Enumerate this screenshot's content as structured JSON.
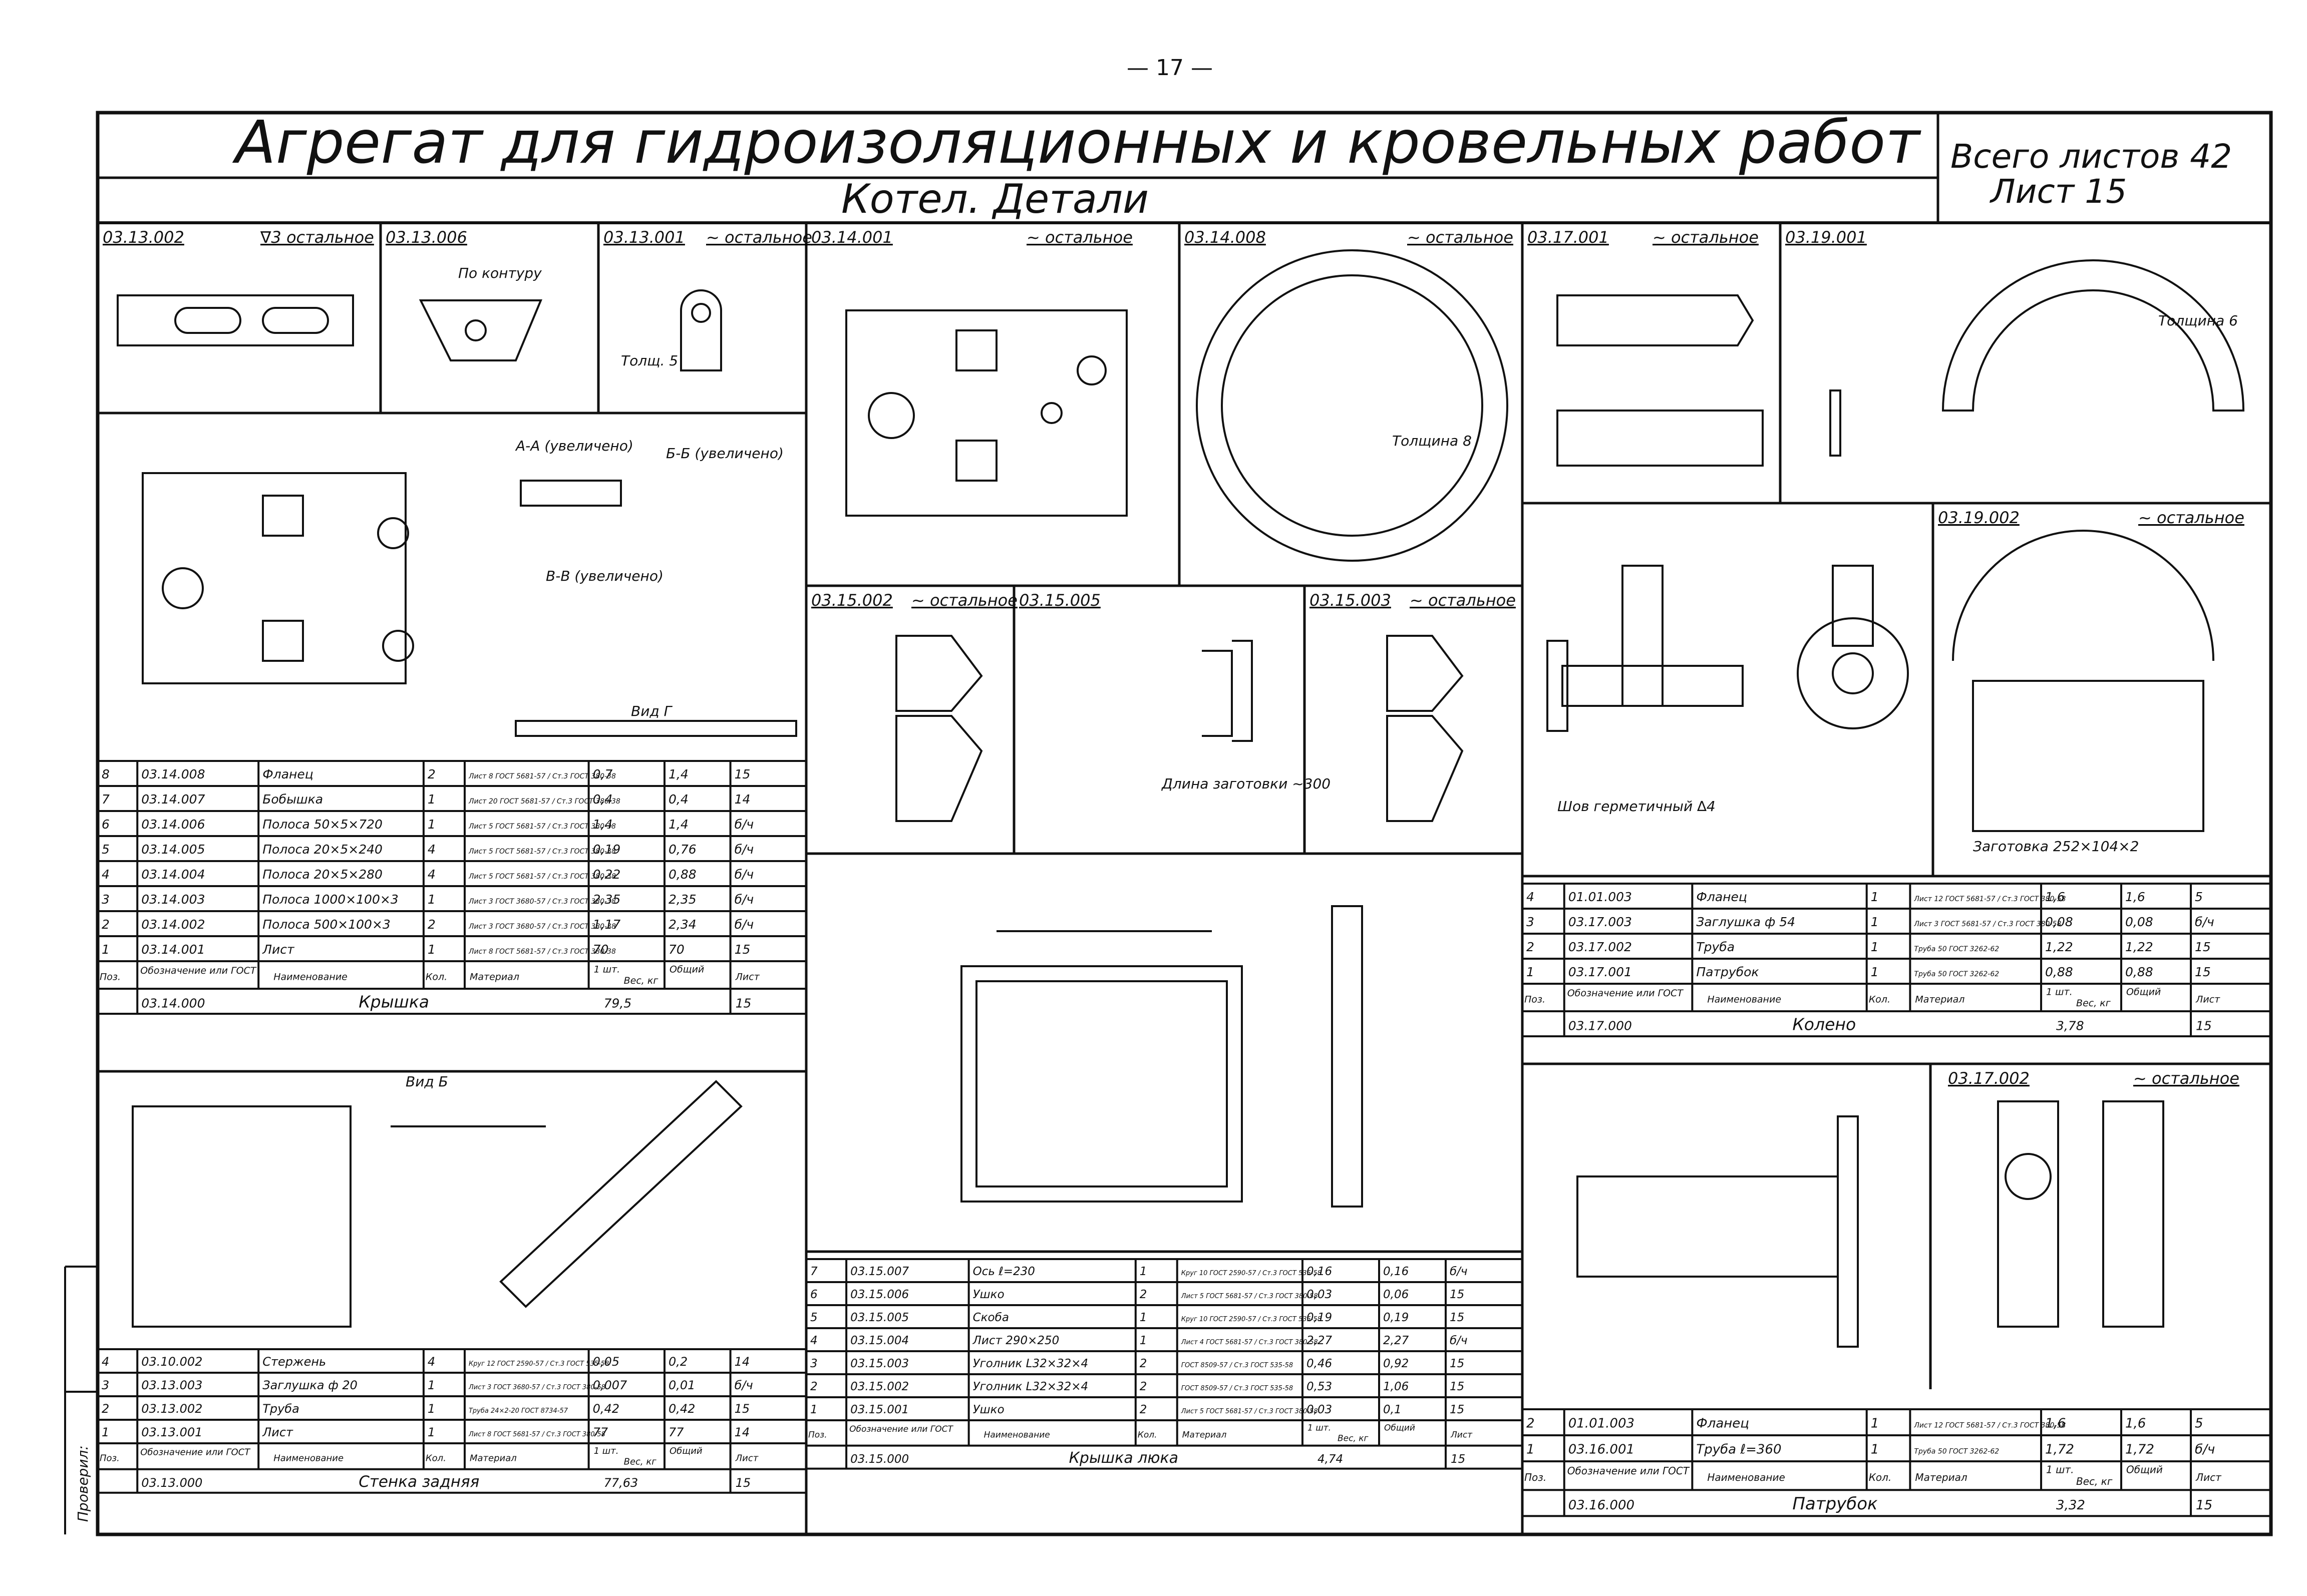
{
  "page_number": "— 17 —",
  "title": "Агрегат для гидроизоляционных и кровельных работ",
  "subtitle": "Котел. Детали",
  "sheets_total": "Всего листов 42",
  "sheet_no": "Лист 15",
  "cells": [
    {
      "code": "03.13.002",
      "finish": "∇3 остальное"
    },
    {
      "code": "03.13.006",
      "finish": ""
    },
    {
      "code": "03.13.001",
      "finish": "~ остальное"
    },
    {
      "code": "03.14.001",
      "finish": "~ остальное"
    },
    {
      "code": "03.14.008",
      "finish": "~ остальное"
    },
    {
      "code": "03.17.001",
      "finish": "~ остальное"
    },
    {
      "code": "03.19.001",
      "finish": ""
    },
    {
      "code": "03.15.002",
      "finish": "~ остальное"
    },
    {
      "code": "03.15.005",
      "finish": ""
    },
    {
      "code": "03.15.003",
      "finish": "~ остальное"
    },
    {
      "code": "03.19.002",
      "finish": "~ остальное"
    },
    {
      "code": "03.17.002",
      "finish": "~ остальное"
    }
  ],
  "notes": {
    "weld": "Шов герметичный ∆4",
    "blank": "Заготовка 252×104×2",
    "length": "Длина заготовки ~300",
    "view_aa": "А-А (увеличено)",
    "view_bb": "Б-Б (увеличено)",
    "view_vv": "В-В (увеличено)",
    "view_g": "Вид Г",
    "view_b": "Вид Б",
    "thickness8": "Толщина 8",
    "thickness6": "Толщина 6",
    "thickness5": "Толщ. 5",
    "along_contour": "По контуру",
    "checked": "Проверил:"
  },
  "header": {
    "pos": "Поз.",
    "designation": "Обозначение или ГОСТ",
    "name": "Наименование",
    "qty": "Кол.",
    "material": "Материал",
    "w1": "1 шт.",
    "wall": "Общий",
    "weight": "Вес, кг",
    "sheet": "Лист"
  },
  "tables": {
    "krysha": {
      "rows": [
        [
          "8",
          "03.14.008",
          "Фланец",
          "2",
          "Лист 8 ГОСТ 5681-57 / Ст.3 ГОСТ 380-38",
          "0,7",
          "1,4",
          "15"
        ],
        [
          "7",
          "03.14.007",
          "Бобышка",
          "1",
          "Лист 20 ГОСТ 5681-57 / Ст.3 ГОСТ 380-38",
          "0,4",
          "0,4",
          "14"
        ],
        [
          "6",
          "03.14.006",
          "Полоса 50×5×720",
          "1",
          "Лист 5 ГОСТ 5681-57 / Ст.3 ГОСТ 380-38",
          "1,4",
          "1,4",
          "б/ч"
        ],
        [
          "5",
          "03.14.005",
          "Полоса 20×5×240",
          "4",
          "Лист 5 ГОСТ 5681-57 / Ст.3 ГОСТ 380-38",
          "0,19",
          "0,76",
          "б/ч"
        ],
        [
          "4",
          "03.14.004",
          "Полоса 20×5×280",
          "4",
          "Лист 5 ГОСТ 5681-57 / Ст.3 ГОСТ 380-38",
          "0,22",
          "0,88",
          "б/ч"
        ],
        [
          "3",
          "03.14.003",
          "Полоса 1000×100×3",
          "1",
          "Лист 3 ГОСТ 3680-57 / Ст.3 ГОСТ 380-38",
          "2,35",
          "2,35",
          "б/ч"
        ],
        [
          "2",
          "03.14.002",
          "Полоса 500×100×3",
          "2",
          "Лист 3 ГОСТ 3680-57 / Ст.3 ГОСТ 380-38",
          "1,17",
          "2,34",
          "б/ч"
        ],
        [
          "1",
          "03.14.001",
          "Лист",
          "1",
          "Лист 8 ГОСТ 5681-57 / Ст.3 ГОСТ 380-38",
          "70",
          "70",
          "15"
        ]
      ],
      "assembly": "03.14.000",
      "title": "Крышка",
      "total": "79,5",
      "sheet": "15"
    },
    "stenka": {
      "rows": [
        [
          "4",
          "03.10.002",
          "Стержень",
          "4",
          "Круг 12 ГОСТ 2590-57 / Ст.3 ГОСТ 535-58",
          "0,05",
          "0,2",
          "14"
        ],
        [
          "3",
          "03.13.003",
          "Заглушка ф 20",
          "1",
          "Лист 3 ГОСТ 3680-57 / Ст.3 ГОСТ 380-58",
          "0,007",
          "0,01",
          "б/ч"
        ],
        [
          "2",
          "03.13.002",
          "Труба",
          "1",
          "Труба 24×2-20 ГОСТ 8734-57",
          "0,42",
          "0,42",
          "15"
        ],
        [
          "1",
          "03.13.001",
          "Лист",
          "1",
          "Лист 8 ГОСТ 5681-57 / Ст.3 ГОСТ 380-58",
          "77",
          "77",
          "14"
        ]
      ],
      "assembly": "03.13.000",
      "title": "Стенка задняя",
      "total": "77,63",
      "sheet": "15"
    },
    "kryshka_lyuka": {
      "rows": [
        [
          "7",
          "03.15.007",
          "Ось ℓ=230",
          "1",
          "Круг 10 ГОСТ 2590-57 / Ст.3 ГОСТ 535-58",
          "0,16",
          "0,16",
          "б/ч"
        ],
        [
          "6",
          "03.15.006",
          "Ушко",
          "2",
          "Лист 5 ГОСТ 5681-57 / Ст.3 ГОСТ 380-58",
          "0,03",
          "0,06",
          "15"
        ],
        [
          "5",
          "03.15.005",
          "Скоба",
          "1",
          "Круг 10 ГОСТ 2590-57 / Ст.3 ГОСТ 535-58",
          "0,19",
          "0,19",
          "15"
        ],
        [
          "4",
          "03.15.004",
          "Лист 290×250",
          "1",
          "Лист 4 ГОСТ 5681-57 / Ст.3 ГОСТ 380-58",
          "2,27",
          "2,27",
          "б/ч"
        ],
        [
          "3",
          "03.15.003",
          "Уголник L32×32×4",
          "2",
          "ГОСТ 8509-57 / Ст.3 ГОСТ 535-58",
          "0,46",
          "0,92",
          "15"
        ],
        [
          "2",
          "03.15.002",
          "Уголник L32×32×4",
          "2",
          "ГОСТ 8509-57 / Ст.3 ГОСТ 535-58",
          "0,53",
          "1,06",
          "15"
        ],
        [
          "1",
          "03.15.001",
          "Ушко",
          "2",
          "Лист 5 ГОСТ 5681-57 / Ст.3 ГОСТ 380-58",
          "0,03",
          "0,1",
          "15"
        ]
      ],
      "assembly": "03.15.000",
      "title": "Крышка люка",
      "total": "4,74",
      "sheet": "15"
    },
    "koleno": {
      "rows": [
        [
          "4",
          "01.01.003",
          "Фланец",
          "1",
          "Лист 12 ГОСТ 5681-57 / Ст.3 ГОСТ 380-58",
          "1,6",
          "1,6",
          "5"
        ],
        [
          "3",
          "03.17.003",
          "Заглушка ф 54",
          "1",
          "Лист 3 ГОСТ 5681-57 / Ст.3 ГОСТ 380-58",
          "0,08",
          "0,08",
          "б/ч"
        ],
        [
          "2",
          "03.17.002",
          "Труба",
          "1",
          "Труба 50 ГОСТ 3262-62",
          "1,22",
          "1,22",
          "15"
        ],
        [
          "1",
          "03.17.001",
          "Патрубок",
          "1",
          "Труба 50 ГОСТ 3262-62",
          "0,88",
          "0,88",
          "15"
        ]
      ],
      "assembly": "03.17.000",
      "title": "Колено",
      "total": "3,78",
      "sheet": "15"
    },
    "patrubok": {
      "rows": [
        [
          "2",
          "01.01.003",
          "Фланец",
          "1",
          "Лист 12 ГОСТ 5681-57 / Ст.3 ГОСТ 380-58",
          "1,6",
          "1,6",
          "5"
        ],
        [
          "1",
          "03.16.001",
          "Труба ℓ=360",
          "1",
          "Труба 50 ГОСТ 3262-62",
          "1,72",
          "1,72",
          "б/ч"
        ]
      ],
      "assembly": "03.16.000",
      "title": "Патрубок",
      "total": "3,32",
      "sheet": "15"
    }
  }
}
